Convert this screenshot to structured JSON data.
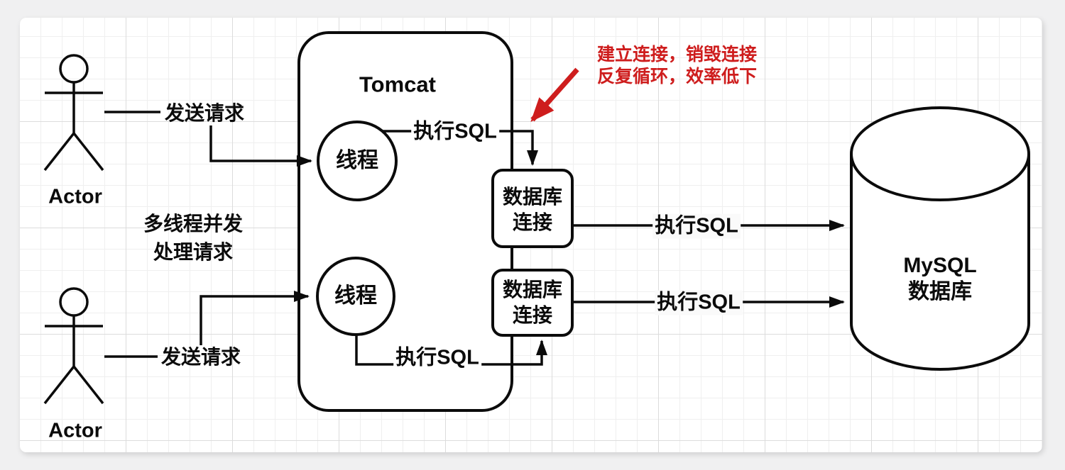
{
  "colors": {
    "stroke": "#0b0b0b",
    "annotation_red": "#ce1d1d",
    "canvas_background": "#ffffff",
    "grid_line": "#efefef"
  },
  "actors": {
    "top_label": "Actor",
    "bottom_label": "Actor"
  },
  "edges": {
    "send_request_top": "发送请求",
    "send_request_bottom": "发送请求",
    "exec_sql_thread_top": "执行SQL",
    "exec_sql_thread_bottom": "执行SQL",
    "exec_sql_conn_top": "执行SQL",
    "exec_sql_conn_bottom": "执行SQL"
  },
  "caption": "多线程并发\n处理请求",
  "tomcat": {
    "title": "Tomcat",
    "thread_top": "线程",
    "thread_bottom": "线程"
  },
  "connections": {
    "top": "数据库\n连接",
    "bottom": "数据库\n连接"
  },
  "database": {
    "label": "MySQL\n数据库"
  },
  "annotation": {
    "text": "建立连接，销毁连接\n反复循环，效率低下"
  }
}
